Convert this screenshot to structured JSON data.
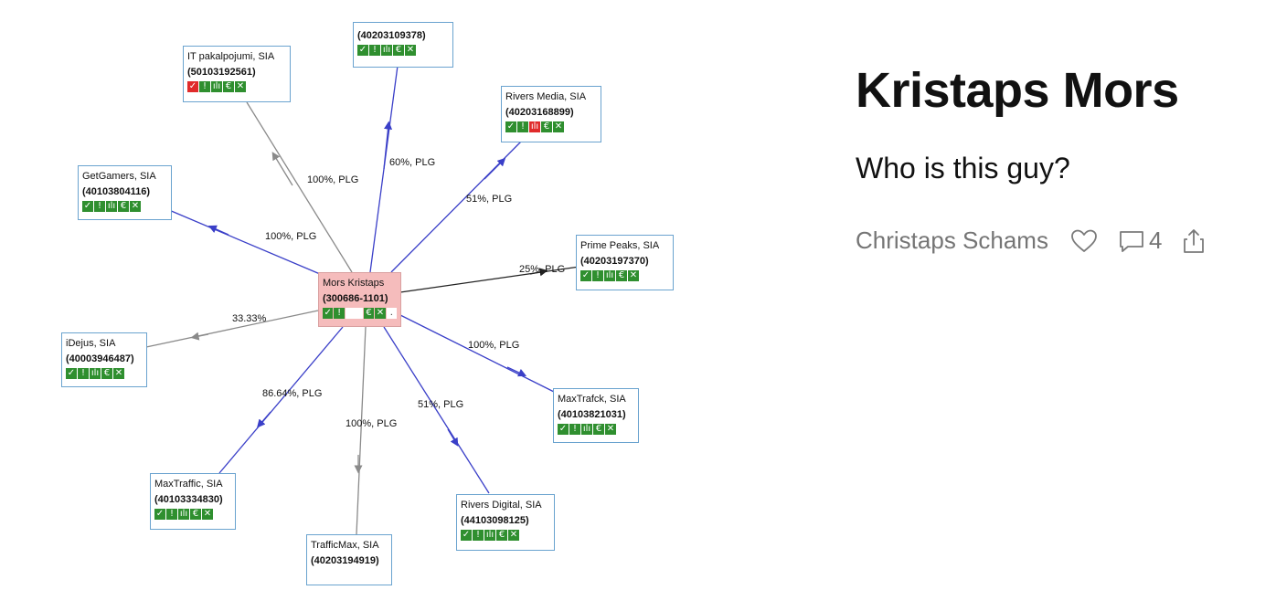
{
  "graph": {
    "center": {
      "name": "Mors Kristaps",
      "id": "(300686-1101)"
    },
    "nodes": [
      {
        "key": "top",
        "name": "",
        "id": "(40203109378)",
        "label": "60%, PLG"
      },
      {
        "key": "it",
        "name": "IT pakalpojumi, SIA",
        "id": "(50103192561)",
        "label": "100%, PLG"
      },
      {
        "key": "rivers_media",
        "name": "Rivers Media, SIA",
        "id": "(40203168899)",
        "label": "51%, PLG"
      },
      {
        "key": "getgamers",
        "name": "GetGamers, SIA",
        "id": "(40103804116)",
        "label": "100%, PLG"
      },
      {
        "key": "prime",
        "name": "Prime Peaks, SIA",
        "id": "(40203197370)",
        "label": "25%, PLG"
      },
      {
        "key": "idejus",
        "name": "iDejus, SIA",
        "id": "(40003946487)",
        "label": "33.33%"
      },
      {
        "key": "maxtrafck",
        "name": "MaxTrafck, SIA",
        "id": "(40103821031)",
        "label": "100%, PLG"
      },
      {
        "key": "maxtraffic",
        "name": "MaxTraffic, SIA",
        "id": "(40103334830)",
        "label": "86.64%, PLG"
      },
      {
        "key": "trafficmax",
        "name": "TrafficMax, SIA",
        "id": "(40203194919)",
        "label": "100%, PLG"
      },
      {
        "key": "rivers_digital",
        "name": "Rivers Digital, SIA",
        "id": "(44103098125)",
        "label": "51%, PLG"
      }
    ],
    "badge_glyphs": {
      "check": "✓",
      "warn": "!",
      "chart": "ılı",
      "euro": "€",
      "cross": "✕",
      "dot": "."
    },
    "colors": {
      "badge_green": "#2f8f2f",
      "badge_red": "#e02b2b",
      "edge_blue": "#3a3fc8",
      "edge_gray": "#8a8a8a",
      "center_bg": "#f5bcbc",
      "node_border": "#6aa3cf"
    }
  },
  "post": {
    "title": "Kristaps Mors",
    "subtitle": "Who is this guy?",
    "author": "Christaps Schams",
    "like_icon": "heart-icon",
    "comment_icon": "comment-icon",
    "comment_count": "4",
    "share_icon": "share-icon"
  }
}
